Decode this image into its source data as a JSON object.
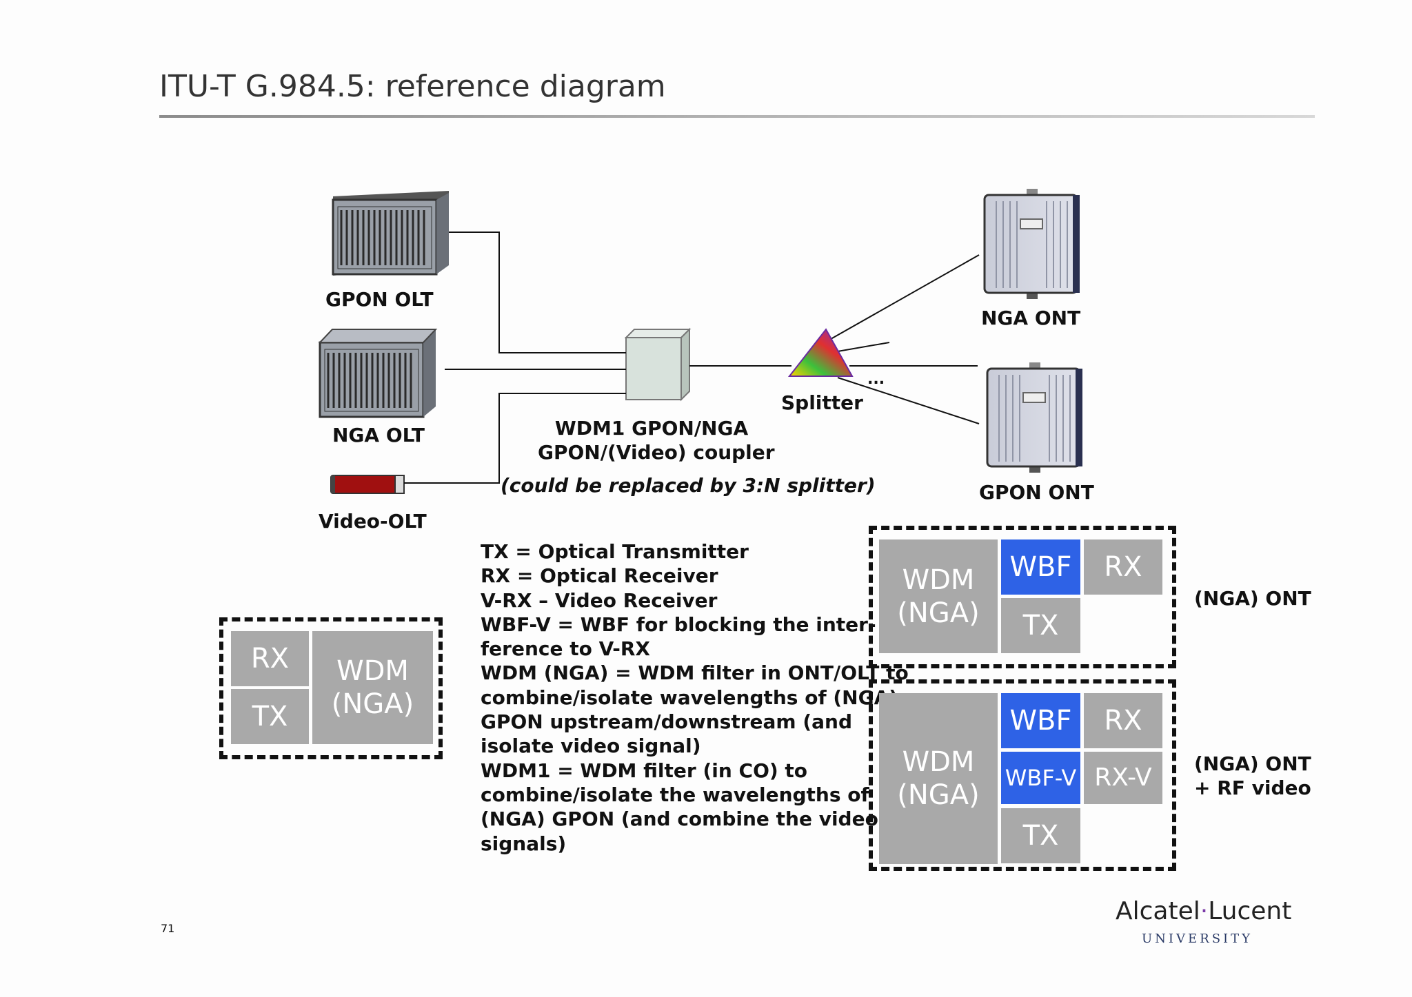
{
  "title": "ITU-T G.984.5: reference diagram",
  "labels": {
    "gpon_olt": "GPON OLT",
    "nga_olt": "NGA OLT",
    "video_olt": "Video-OLT",
    "splitter": "Splitter",
    "nga_ont": "NGA ONT",
    "gpon_ont": "GPON ONT",
    "coupler_line1": "WDM1 GPON/NGA",
    "coupler_line2": "GPON/(Video) coupler",
    "coupler_note": "(could be replaced by 3:N splitter)",
    "ellipsis": "..."
  },
  "legend": [
    "TX = Optical Transmitter",
    "RX = Optical Receiver",
    "V-RX – Video Receiver",
    "WBF-V = WBF for blocking the inter-",
    "ference to V-RX",
    "WDM (NGA) = WDM filter in ONT/OLT to",
    "combine/isolate wavelengths of (NGA)",
    "GPON upstream/downstream (and",
    "isolate video signal)",
    "WDM1 = WDM filter (in CO) to",
    "combine/isolate the wavelengths of",
    "(NGA) GPON (and combine the video",
    "signals)"
  ],
  "olt_block": {
    "rx": "RX",
    "tx": "TX",
    "wdm_line1": "WDM",
    "wdm_line2": "(NGA)"
  },
  "ont_block": {
    "wdm_line1": "WDM",
    "wdm_line2": "(NGA)",
    "wbf": "WBF",
    "rx": "RX",
    "tx": "TX",
    "caption": "(NGA) ONT"
  },
  "ont_video_block": {
    "wdm_line1": "WDM",
    "wdm_line2": "(NGA)",
    "wbf": "WBF",
    "rx": "RX",
    "wbf_v": "WBF-V",
    "rx_v": "RX-V",
    "tx": "TX",
    "caption_line1": "(NGA) ONT",
    "caption_line2": "+ RF video"
  },
  "page_number": "71",
  "logo": {
    "brand_a": "Alcatel",
    "dot": "·",
    "brand_b": "Lucent",
    "sub": "UNIVERSITY"
  },
  "colors": {
    "box_gray": "#a9a9a9",
    "wbf_blue": "#2e62e6"
  }
}
